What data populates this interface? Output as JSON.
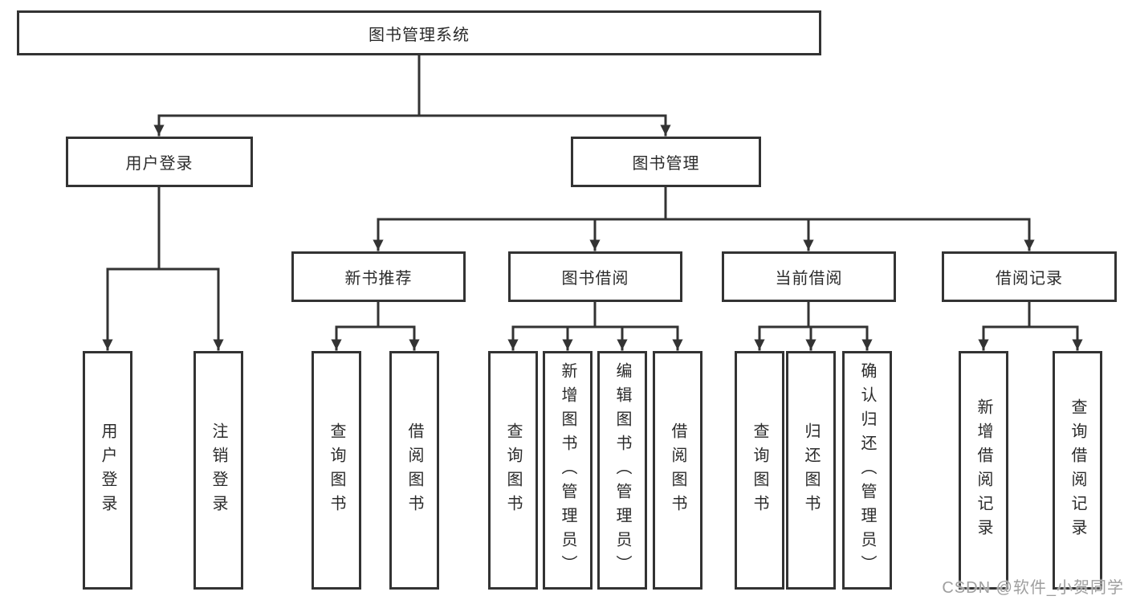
{
  "diagram": {
    "type": "hierarchy-tree",
    "nodes": {
      "root": "图书管理系统",
      "l2": [
        "用户登录",
        "图书管理"
      ],
      "l3": [
        "新书推荐",
        "图书借阅",
        "当前借阅",
        "借阅记录"
      ],
      "leaves": [
        "用户登录",
        "注销登录",
        "查询图书",
        "借阅图书",
        "查询图书",
        "新增图书（管理员）",
        "编辑图书（管理员）",
        "借阅图书",
        "查询图书",
        "归还图书",
        "确认归还（管理员）",
        "新增借阅记录",
        "查询借阅记录"
      ]
    },
    "tree": {
      "label": "图书管理系统",
      "children": [
        {
          "label": "用户登录",
          "children": [
            {
              "label": "用户登录"
            },
            {
              "label": "注销登录"
            }
          ]
        },
        {
          "label": "图书管理",
          "children": [
            {
              "label": "新书推荐",
              "children": [
                {
                  "label": "查询图书"
                },
                {
                  "label": "借阅图书"
                }
              ]
            },
            {
              "label": "图书借阅",
              "children": [
                {
                  "label": "查询图书"
                },
                {
                  "label": "新增图书（管理员）"
                },
                {
                  "label": "编辑图书（管理员）"
                },
                {
                  "label": "借阅图书"
                }
              ]
            },
            {
              "label": "当前借阅",
              "children": [
                {
                  "label": "查询图书"
                },
                {
                  "label": "归还图书"
                },
                {
                  "label": "确认归还（管理员）"
                }
              ]
            },
            {
              "label": "借阅记录",
              "children": [
                {
                  "label": "新增借阅记录"
                },
                {
                  "label": "查询借阅记录"
                }
              ]
            }
          ]
        }
      ]
    }
  },
  "watermark": {
    "text": "CSDN @软件_小贺同学"
  },
  "colors": {
    "line": "#333333",
    "border": "#333333",
    "text": "#2b2b2b",
    "bg": "#ffffff",
    "wm": "#9f9f9f"
  }
}
